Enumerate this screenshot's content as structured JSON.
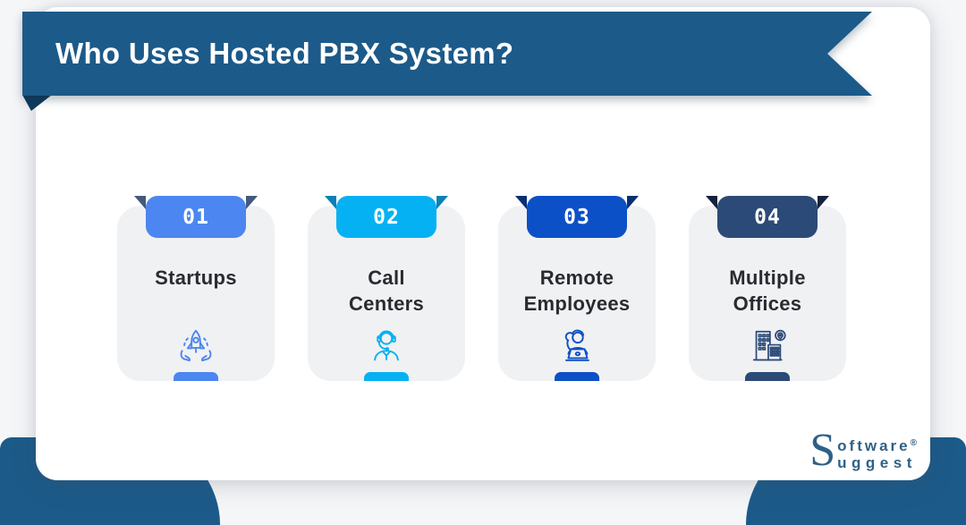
{
  "header": {
    "title": "Who Uses Hosted PBX System?"
  },
  "cards": [
    {
      "number": "01",
      "title": "Startups",
      "title_l1": "Startups",
      "title_l2": "",
      "icon": "rocket-in-hands-icon",
      "accent": "#4C86F0",
      "wing": "#44597C"
    },
    {
      "number": "02",
      "title": "Call Centers",
      "title_l1": "Call",
      "title_l2": "Centers",
      "icon": "call-center-agent-icon",
      "accent": "#06B1F3",
      "wing": "#0C80B4"
    },
    {
      "number": "03",
      "title": "Remote Employees",
      "title_l1": "Remote",
      "title_l2": "Employees",
      "icon": "remote-employee-icon",
      "accent": "#0C50C7",
      "wing": "#082F74"
    },
    {
      "number": "04",
      "title": "Multiple Offices",
      "title_l1": "Multiple",
      "title_l2": "Offices",
      "icon": "multiple-offices-icon",
      "accent": "#2C4A77",
      "wing": "#15223D"
    }
  ],
  "brand": {
    "s": "S",
    "top": "oftware",
    "bottom": "uggest",
    "reg": "®"
  },
  "colors": {
    "ribbon": "#1C5A89",
    "ribbon-fold": "#0E3A5C",
    "panel": "#FFFFFF",
    "card-bg": "#F0F1F3",
    "card-title": "#2A2A31",
    "brand": "#2E6187",
    "page-bg": "#F5F6F8"
  }
}
